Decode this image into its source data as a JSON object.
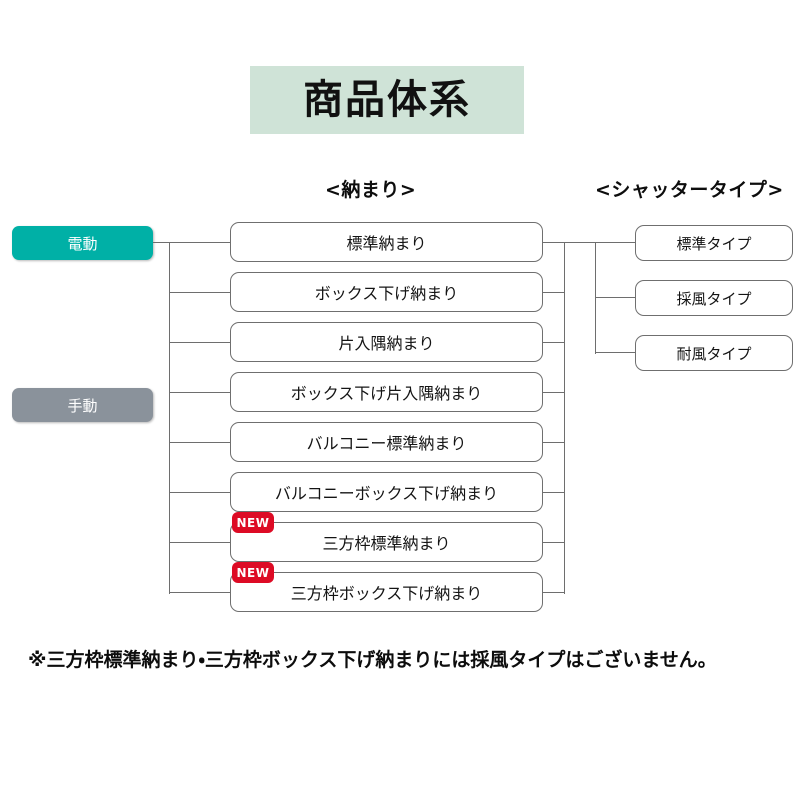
{
  "title": {
    "text": "商品体系",
    "background_color": "#cfe3d7"
  },
  "headers": {
    "osamari": "<納まり>",
    "shutter_type": "<シャッタータイプ>"
  },
  "drive_options": [
    {
      "label": "電動",
      "color": "#00b0a6",
      "connected": true
    },
    {
      "label": "手動",
      "color": "#8a929b",
      "connected": false
    }
  ],
  "osamari_items": [
    {
      "label": "標準納まり",
      "new": false
    },
    {
      "label": "ボックス下げ納まり",
      "new": false
    },
    {
      "label": "片入隅納まり",
      "new": false
    },
    {
      "label": "ボックス下げ片入隅納まり",
      "new": false
    },
    {
      "label": "バルコニー標準納まり",
      "new": false
    },
    {
      "label": "バルコニーボックス下げ納まり",
      "new": false
    },
    {
      "label": "三方枠標準納まり",
      "new": true
    },
    {
      "label": "三方枠ボックス下げ納まり",
      "new": true
    }
  ],
  "shutter_types": [
    {
      "label": "標準タイプ"
    },
    {
      "label": "採風タイプ"
    },
    {
      "label": "耐風タイプ"
    }
  ],
  "badge": {
    "label": "NEW",
    "color": "#dd0b25"
  },
  "footnote": "※三方枠標準納まり・三方枠ボックス下げ納まりには採風タイプはございません。"
}
